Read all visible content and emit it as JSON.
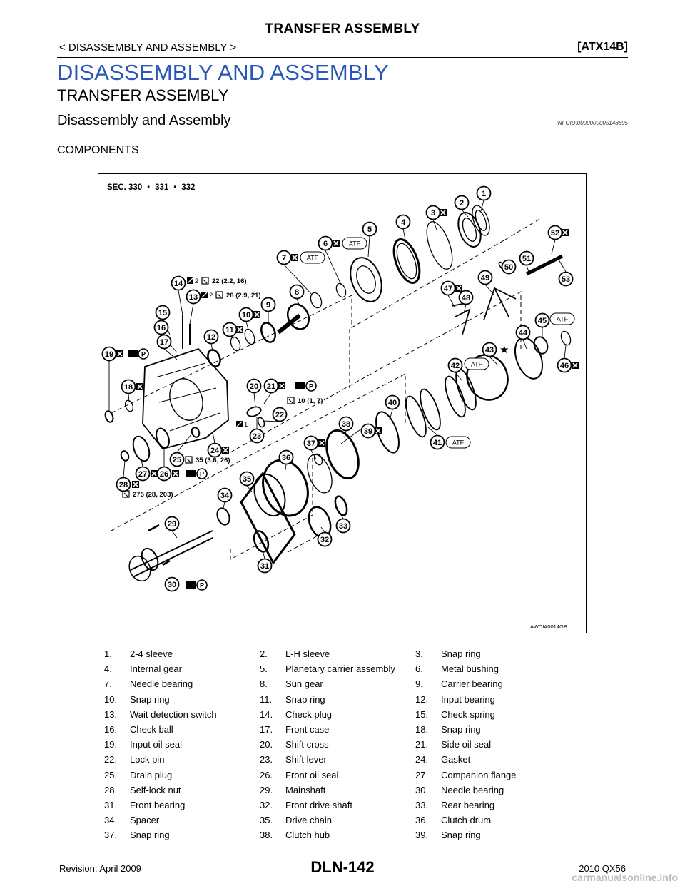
{
  "header": {
    "title": "TRANSFER ASSEMBLY",
    "subtitle": "< DISASSEMBLY AND ASSEMBLY >",
    "model_code": "[ATX14B]"
  },
  "section": {
    "h1": "DISASSEMBLY AND ASSEMBLY",
    "h2": "TRANSFER ASSEMBLY",
    "h3": "Disassembly and Assembly",
    "infoid": "INFOID:0000000005148895",
    "subsection": "COMPONENTS"
  },
  "figure": {
    "sec_label": "SEC. 330 ・ 331 ・ 332",
    "figure_id": "AWDIA0014GB",
    "torque_callouts": {
      "t14": "22 (2.2, 16)",
      "t13": "28 (2.9, 21)",
      "t21": "10 (1, 7)",
      "t25": "35 (3.6, 26)",
      "t28": "275 (28, 203)"
    },
    "atf_label": "ATF",
    "marks": {
      "two": "2",
      "one": "1"
    },
    "callouts": [
      "1",
      "2",
      "3",
      "4",
      "5",
      "6",
      "7",
      "8",
      "9",
      "10",
      "11",
      "12",
      "13",
      "14",
      "15",
      "16",
      "17",
      "18",
      "19",
      "20",
      "21",
      "22",
      "23",
      "24",
      "25",
      "26",
      "27",
      "28",
      "29",
      "30",
      "31",
      "32",
      "33",
      "34",
      "35",
      "36",
      "37",
      "38",
      "39",
      "40",
      "41",
      "42",
      "43",
      "44",
      "45",
      "46",
      "47",
      "48",
      "49",
      "50",
      "51",
      "52",
      "53"
    ]
  },
  "legend": [
    [
      "1.",
      "2-4 sleeve"
    ],
    [
      "2.",
      "L-H sleeve"
    ],
    [
      "3.",
      "Snap ring"
    ],
    [
      "4.",
      "Internal gear"
    ],
    [
      "5.",
      "Planetary carrier assembly"
    ],
    [
      "6.",
      "Metal bushing"
    ],
    [
      "7.",
      "Needle bearing"
    ],
    [
      "8.",
      "Sun gear"
    ],
    [
      "9.",
      "Carrier bearing"
    ],
    [
      "10.",
      "Snap ring"
    ],
    [
      "11.",
      "Snap ring"
    ],
    [
      "12.",
      "Input bearing"
    ],
    [
      "13.",
      "Wait detection switch"
    ],
    [
      "14.",
      "Check plug"
    ],
    [
      "15.",
      "Check spring"
    ],
    [
      "16.",
      "Check ball"
    ],
    [
      "17.",
      "Front case"
    ],
    [
      "18.",
      "Snap ring"
    ],
    [
      "19.",
      "Input oil seal"
    ],
    [
      "20.",
      "Shift cross"
    ],
    [
      "21.",
      "Side oil seal"
    ],
    [
      "22.",
      "Lock pin"
    ],
    [
      "23.",
      "Shift lever"
    ],
    [
      "24.",
      "Gasket"
    ],
    [
      "25.",
      "Drain plug"
    ],
    [
      "26.",
      "Front oil seal"
    ],
    [
      "27.",
      "Companion flange"
    ],
    [
      "28.",
      "Self-lock nut"
    ],
    [
      "29.",
      "Mainshaft"
    ],
    [
      "30.",
      "Needle bearing"
    ],
    [
      "31.",
      "Front bearing"
    ],
    [
      "32.",
      "Front drive shaft"
    ],
    [
      "33.",
      "Rear bearing"
    ],
    [
      "34.",
      "Spacer"
    ],
    [
      "35.",
      "Drive chain"
    ],
    [
      "36.",
      "Clutch drum"
    ],
    [
      "37.",
      "Snap ring"
    ],
    [
      "38.",
      "Clutch hub"
    ],
    [
      "39.",
      "Snap ring"
    ]
  ],
  "footer": {
    "revision": "Revision: April 2009",
    "page": "DLN-142",
    "model": "2010 QX56",
    "watermark": "carmanualsonline.info"
  }
}
